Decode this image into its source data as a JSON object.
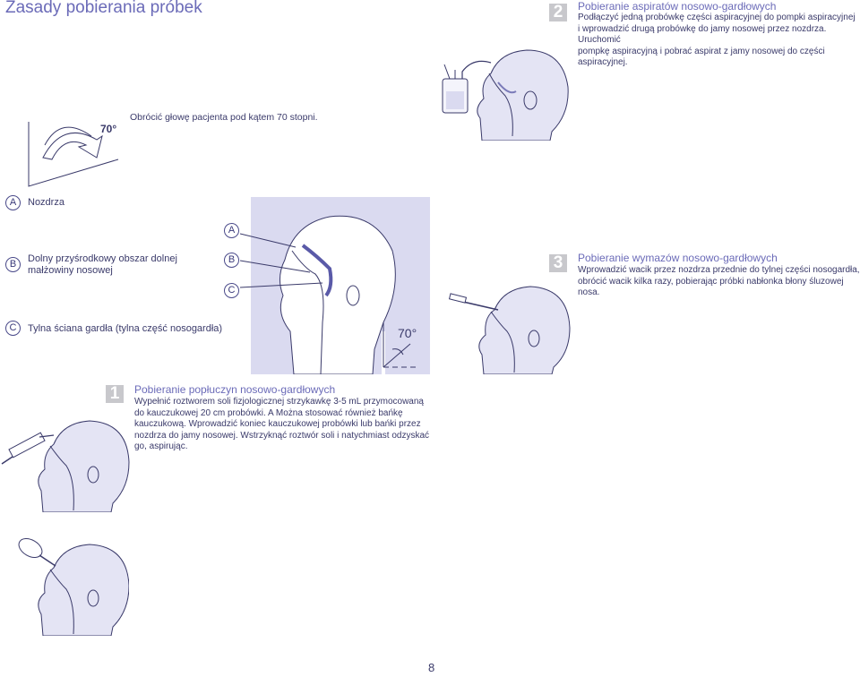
{
  "title": "Zasady pobierania próbek",
  "rotate_instruction": "Obrócić głowę pacjenta pod kątem 70 stopni.",
  "angle_label_small": "70°",
  "angle_label_large": "70°",
  "legend": {
    "a": {
      "letter": "A",
      "text": "Nozdrza"
    },
    "b": {
      "letter": "B",
      "text_line1": "Dolny przyśrodkowy obszar dolnej",
      "text_line2": "małżowiny nosowej"
    },
    "c": {
      "letter": "C",
      "text": "Tylna ściana gardła (tylna część nosogardła)"
    }
  },
  "diagram_letters": {
    "a": "A",
    "b": "B",
    "c": "C"
  },
  "steps": [
    {
      "number": "1",
      "title": "Pobieranie popłuczyn nosowo-gardłowych",
      "lines": [
        "Wypełnić roztworem soli fizjologicznej strzykawkę 3-5 mL przymocowaną",
        "do kauczukowej 20 cm probówki. A Można stosować również bańkę",
        "kauczukową. Wprowadzić koniec kauczukowej probówki lub bańki przez",
        "nozdrza do jamy nosowej. Wstrzyknąć roztwór soli i natychmiast odzyskać",
        "go, aspirując."
      ]
    },
    {
      "number": "2",
      "title": "Pobieranie aspiratów nosowo-gardłowych",
      "lines": [
        "Podłączyć jedną probówkę części aspiracyjnej do pompki aspiracyjnej",
        "i wprowadzić drugą probówkę do jamy nosowej przez nozdrza. Uruchomić",
        "pompkę aspiracyjną i pobrać aspirat z jamy nosowej do części aspiracyjnej."
      ]
    },
    {
      "number": "3",
      "title": "Pobieranie wymazów nosowo-gardłowych",
      "lines": [
        "Wprowadzić wacik przez nozdrza przednie do tylnej części nosogardła,",
        "obrócić wacik kilka razy, pobierając próbki nabłonka błony śluzowej nosa."
      ]
    }
  ],
  "page_number": "8",
  "colors": {
    "accent": "#6b6bb8",
    "head_fill": "#e4e4f4",
    "panel_fill": "#dadaf0",
    "step_badge": "#c8c8cc"
  }
}
